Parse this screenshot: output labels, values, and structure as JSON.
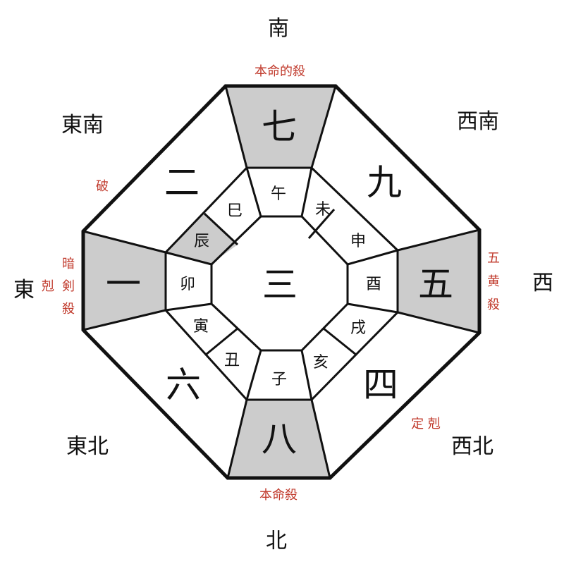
{
  "colors": {
    "line": "#111111",
    "shaded": "#cccccc",
    "annotation": "#c0392b",
    "background": "#ffffff"
  },
  "directions": {
    "south": "南",
    "north": "北",
    "east": "東",
    "west": "西",
    "southeast": "東南",
    "southwest": "西南",
    "northeast": "東北",
    "northwest": "西北"
  },
  "stars": {
    "center": "三",
    "south": "七",
    "southwest": "九",
    "west": "五",
    "northwest": "四",
    "north": "八",
    "northeast": "六",
    "east": "一",
    "southeast": "二"
  },
  "branches": {
    "wu": "午",
    "wei": "未",
    "shen": "申",
    "you": "酉",
    "xu": "戌",
    "hai": "亥",
    "zi": "子",
    "chou": "丑",
    "yin": "寅",
    "mao": "卯",
    "chen": "辰",
    "si": "巳"
  },
  "annotations": {
    "south": "本命的殺",
    "north": "本命殺",
    "southeast": "破",
    "west": [
      "五",
      "黄",
      "殺"
    ],
    "east_col1": [
      "暗",
      "剣",
      "殺"
    ],
    "east_col2": "剋",
    "northwest": "定 剋"
  }
}
